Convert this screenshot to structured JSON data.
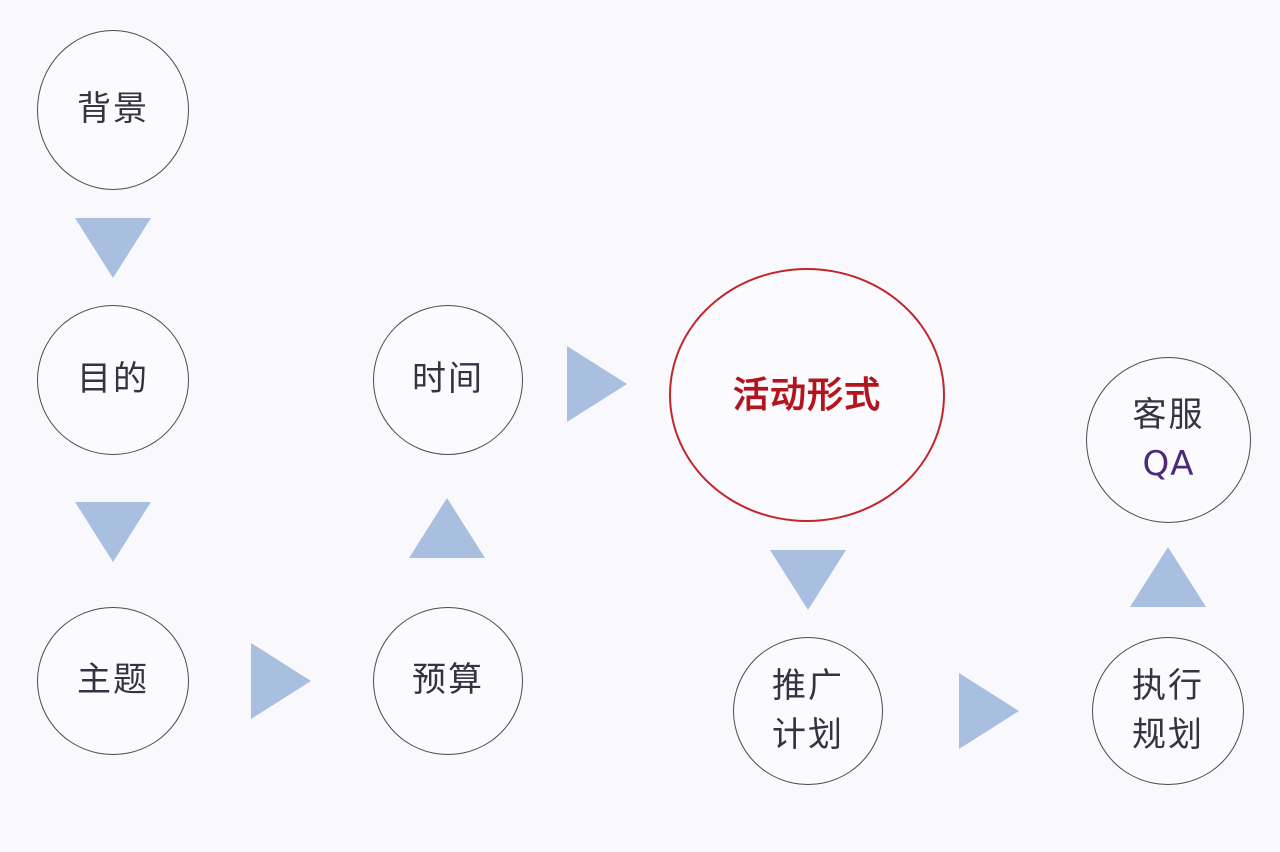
{
  "nodes": {
    "background": {
      "lines": [
        "背景"
      ]
    },
    "purpose": {
      "lines": [
        "目的"
      ]
    },
    "theme": {
      "lines": [
        "主题"
      ]
    },
    "budget": {
      "lines": [
        "预算"
      ]
    },
    "time": {
      "lines": [
        "时间"
      ]
    },
    "activity_form": {
      "lines": [
        "活动形式"
      ]
    },
    "promotion_plan": {
      "lines": [
        "推广",
        "计划"
      ]
    },
    "execution_plan": {
      "lines": [
        "执行",
        "规划"
      ]
    },
    "customer_service_qa": {
      "lines": [
        "客服",
        "QA"
      ]
    }
  },
  "colors": {
    "arrow": "#a9bfe0",
    "node_border": "#4a4a5a",
    "accent_border": "#c0262a",
    "accent_text": "#b3151c",
    "background": "#f9f8fd"
  },
  "arrow_icons": [
    "down-triangle",
    "up-triangle",
    "right-triangle"
  ]
}
